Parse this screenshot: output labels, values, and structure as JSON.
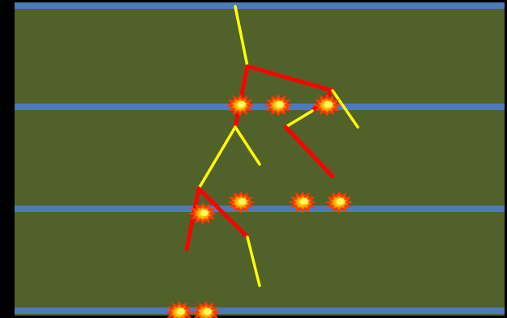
{
  "game": {
    "colors": {
      "background": "#000000",
      "field": "#51612a",
      "floor": "#4e7bb7",
      "branch_active": "#ff0000",
      "branch_inactive": "#ffff00",
      "explosion_outer": "#ff3a00",
      "explosion_mid": "#ff8c00",
      "explosion_inner": "#ffd000",
      "explosion_core": "#ffff66"
    },
    "floors": [
      {
        "name": "floor-1"
      },
      {
        "name": "floor-2"
      },
      {
        "name": "floor-3"
      },
      {
        "name": "floor-4"
      }
    ],
    "branches": [
      {
        "state": "inactive"
      },
      {
        "state": "active"
      },
      {
        "state": "active"
      },
      {
        "state": "active"
      },
      {
        "state": "inactive"
      },
      {
        "state": "inactive"
      },
      {
        "state": "active"
      },
      {
        "state": "inactive"
      },
      {
        "state": "inactive"
      },
      {
        "state": "active"
      },
      {
        "state": "active"
      },
      {
        "state": "active"
      },
      {
        "state": "inactive"
      }
    ],
    "explosions": [
      {
        "name": "explosion-1"
      },
      {
        "name": "explosion-2"
      },
      {
        "name": "explosion-3"
      },
      {
        "name": "explosion-4"
      },
      {
        "name": "explosion-5"
      },
      {
        "name": "explosion-6"
      },
      {
        "name": "explosion-7"
      },
      {
        "name": "explosion-8"
      },
      {
        "name": "explosion-9"
      },
      {
        "name": "explosion-10"
      }
    ]
  }
}
